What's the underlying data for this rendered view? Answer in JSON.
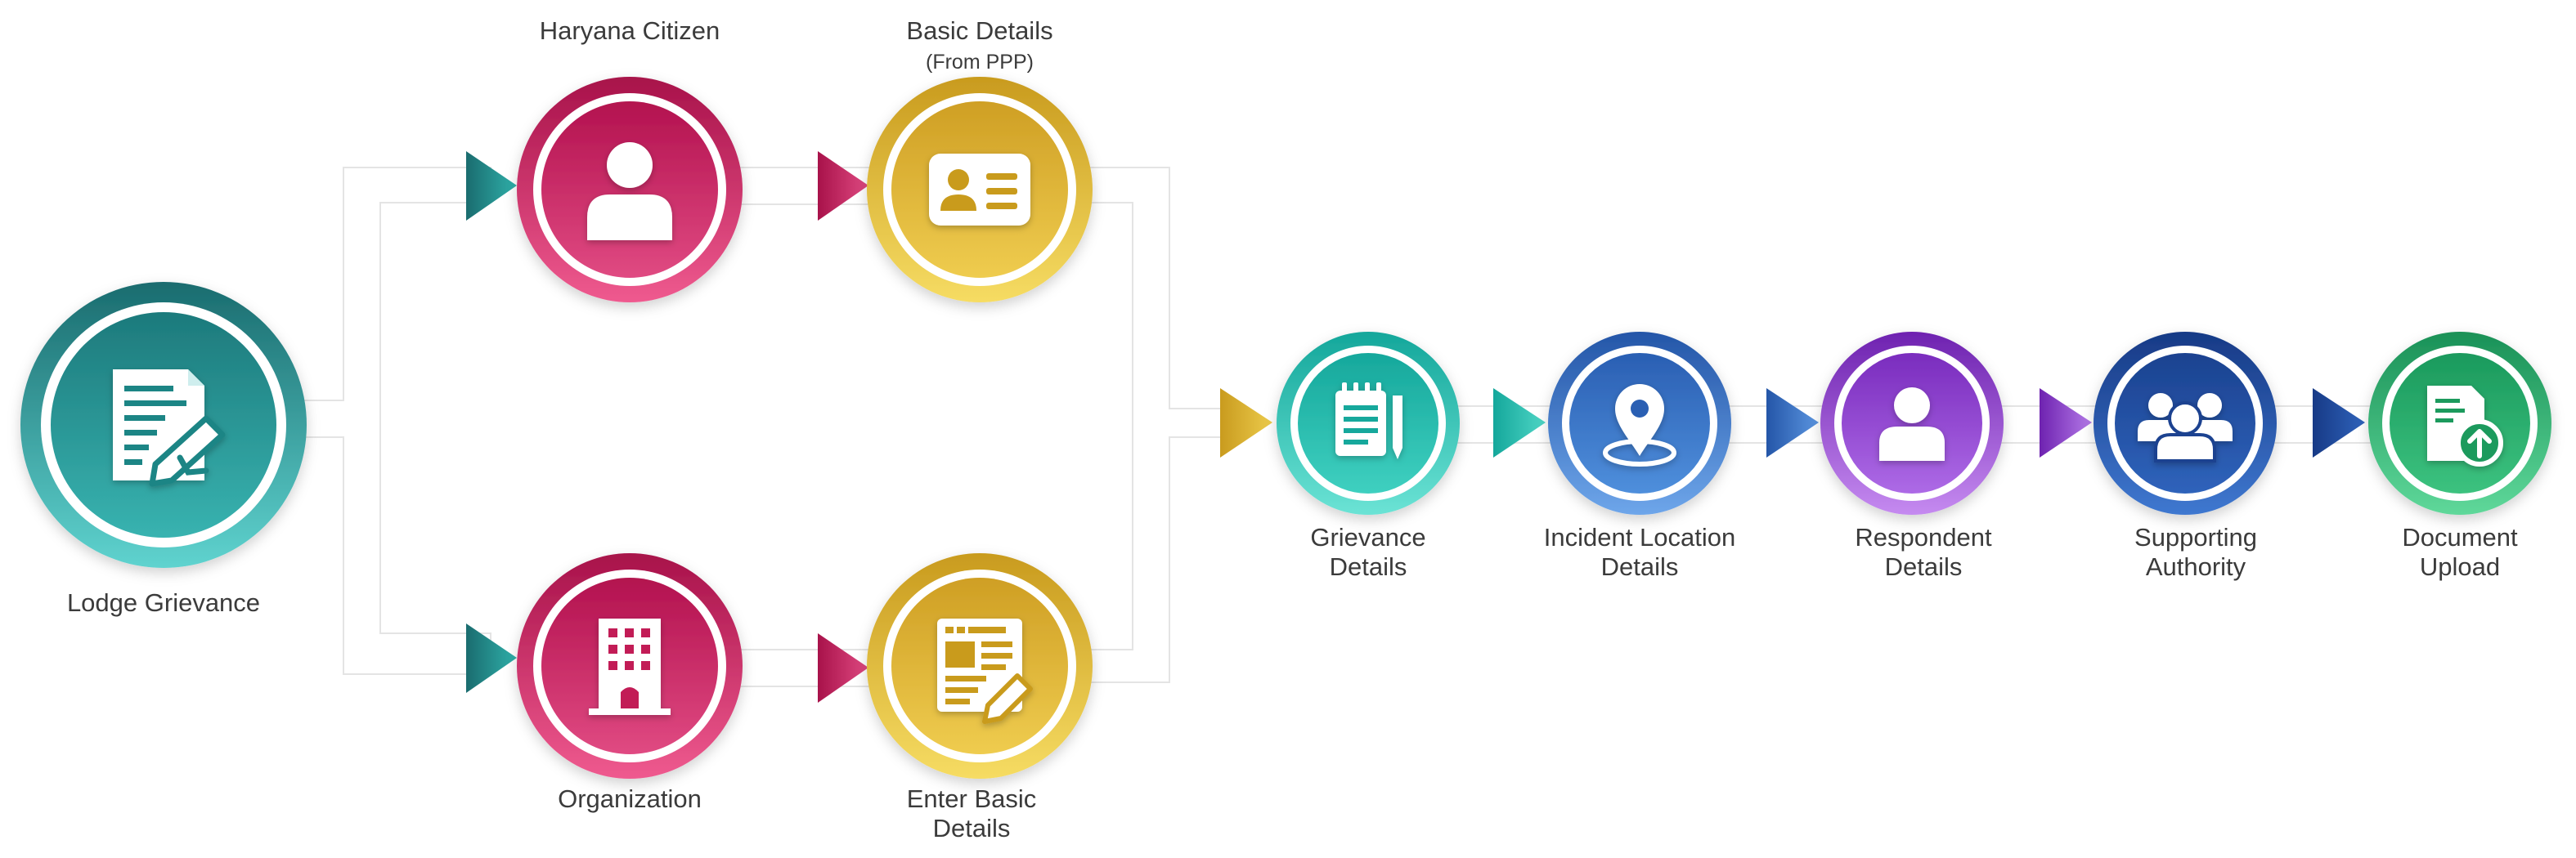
{
  "steps": {
    "lodge": {
      "label": "Lodge Grievance",
      "icon": "grievance-form-icon"
    },
    "citizen": {
      "label": "Haryana Citizen",
      "icon": "user-icon"
    },
    "organization": {
      "label": "Organization",
      "icon": "building-icon"
    },
    "basic_ppp": {
      "label": "Basic Details",
      "sublabel": "(From PPP)",
      "icon": "id-card-icon"
    },
    "enter_basic": {
      "label_line1": "Enter Basic",
      "label_line2": "Details",
      "icon": "form-edit-icon"
    },
    "grievance_details": {
      "label_line1": "Grievance",
      "label_line2": "Details",
      "icon": "notepad-icon"
    },
    "incident_location": {
      "label_line1": "Incident Location",
      "label_line2": "Details",
      "icon": "location-pin-icon"
    },
    "respondent": {
      "label_line1": "Respondent",
      "label_line2": "Details",
      "icon": "person-icon"
    },
    "supporting_authority": {
      "label_line1": "Supporting",
      "label_line2": "Authority",
      "icon": "group-icon"
    },
    "document_upload": {
      "label_line1": "Document",
      "label_line2": "Upload",
      "icon": "document-upload-icon"
    }
  },
  "colors": {
    "teal": "#1f8f8f",
    "magenta": "#c2185b",
    "gold": "#d4a92a",
    "aqua": "#22bfae",
    "blue": "#2f6fc0",
    "purple": "#8a3fc8",
    "navy": "#1d4a9c",
    "green": "#22a868",
    "connector": "#e6e6e6",
    "label": "#3b3b3b"
  }
}
